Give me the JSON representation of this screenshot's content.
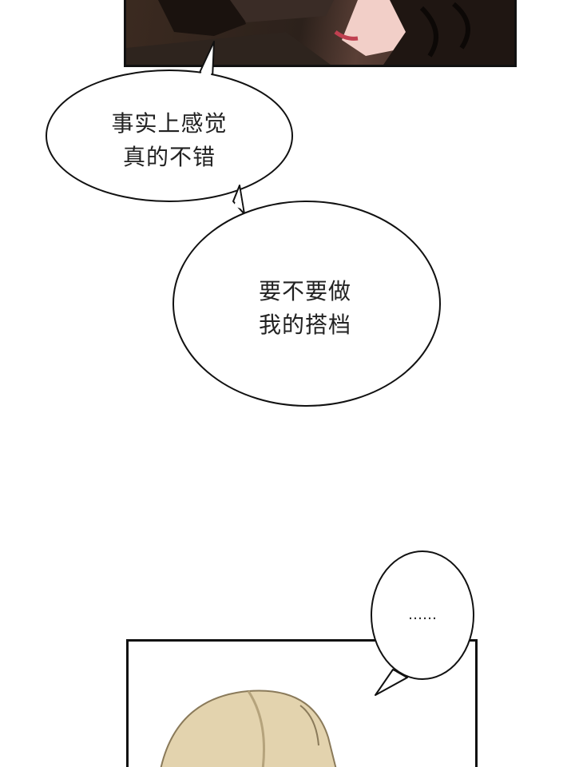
{
  "bubbles": {
    "first": {
      "lines": [
        "事实上感觉",
        "真的不错"
      ]
    },
    "second": {
      "lines": [
        "要不要做",
        "我的搭档"
      ]
    },
    "third": {
      "text": "……"
    }
  },
  "colors": {
    "panel_border": "#111111",
    "bubble_fill": "#ffffff",
    "text": "#222222",
    "hair_top": "#1a120e",
    "skin_top": "#f2cfc8",
    "hair_bottom": "#e3d3ae"
  }
}
